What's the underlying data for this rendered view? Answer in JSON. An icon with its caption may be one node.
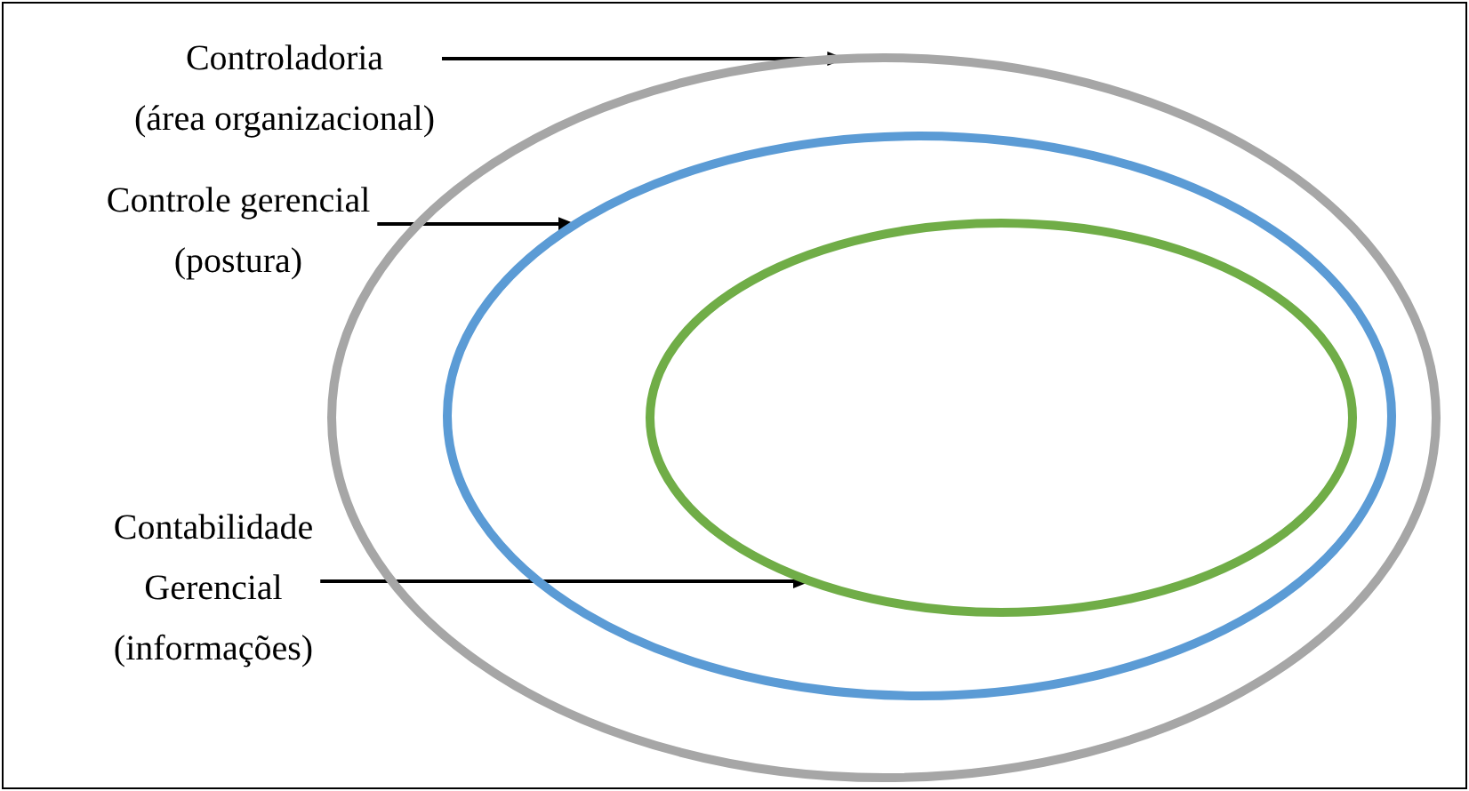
{
  "diagram": {
    "nodes": [
      {
        "text": [
          "Controladoria (área organizacional)"
        ]
      },
      {
        "text": [
          "Controle gerencial (postura)"
        ]
      },
      {
        "text": [
          "Contabilidade Gerencial (informações)"
        ]
      },
      {
        "text": [],
        "shape": "ellipse"
      },
      {
        "text": [],
        "shape": "ellipse",
        "in": 3
      },
      {
        "text": [],
        "shape": "ellipse",
        "in": 4
      }
    ],
    "edges": [
      {
        "from": 0,
        "to": 3,
        "arrow": "to"
      },
      {
        "from": 1,
        "to": 4,
        "arrow": "to"
      },
      {
        "from": 2,
        "to": 5,
        "arrow": "to"
      }
    ]
  }
}
